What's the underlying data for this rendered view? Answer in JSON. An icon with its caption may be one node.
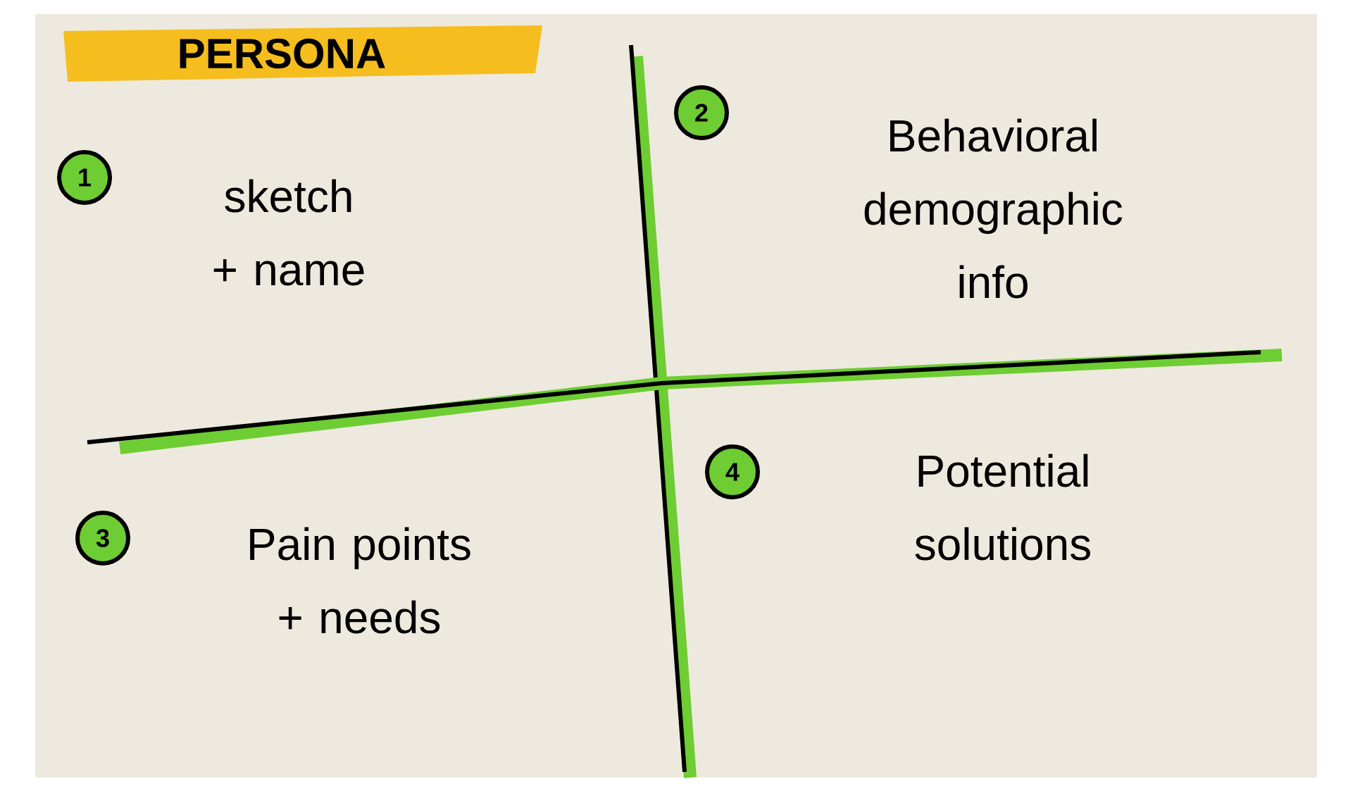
{
  "diagram": {
    "title": "PERSONA",
    "nodes": [
      {
        "text": [
          "1"
        ],
        "beside": [
          "sketch + name"
        ]
      },
      {
        "text": [
          "2"
        ],
        "beside": [
          "Behavioral demographic info"
        ]
      },
      {
        "text": [
          "3"
        ],
        "beside": [
          "Pain points + needs"
        ]
      },
      {
        "text": [
          "4"
        ],
        "beside": [
          "Potential solutions"
        ]
      }
    ]
  }
}
